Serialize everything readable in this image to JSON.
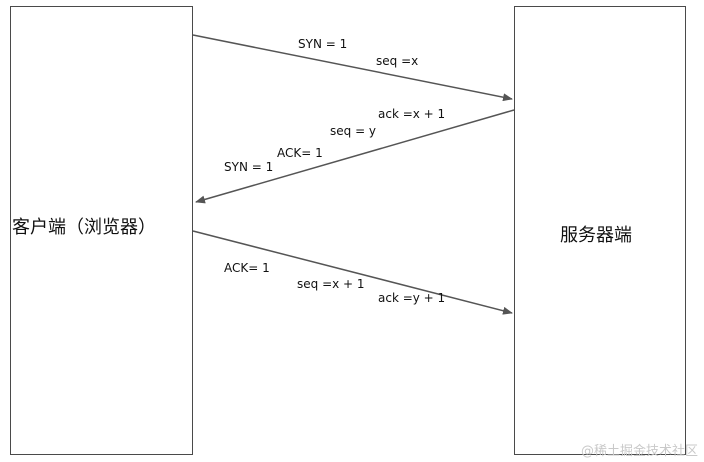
{
  "client": {
    "label": "客户端（浏览器）"
  },
  "server": {
    "label": "服务器端"
  },
  "steps": [
    {
      "direction": "client-to-server",
      "labels": [
        "SYN = 1",
        "seq =x"
      ]
    },
    {
      "direction": "server-to-client",
      "labels": [
        "ack =x + 1",
        "seq = y",
        "ACK= 1",
        "SYN = 1"
      ]
    },
    {
      "direction": "client-to-server",
      "labels": [
        "ACK= 1",
        "seq =x + 1",
        "ack =y + 1"
      ]
    }
  ],
  "watermark": "@稀土掘金技术社区",
  "colors": {
    "line": "#555555",
    "border": "#4a4a4a"
  }
}
